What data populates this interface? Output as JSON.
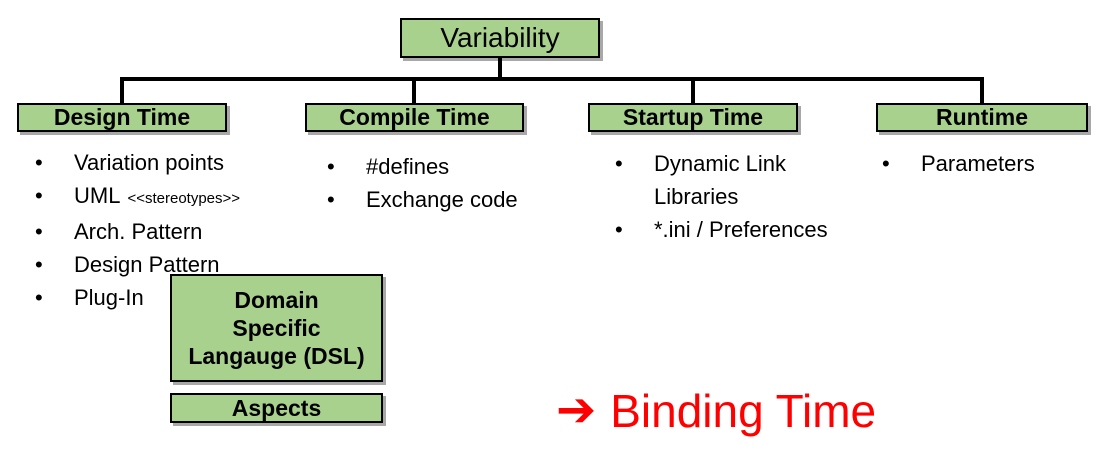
{
  "root": {
    "label": "Variability"
  },
  "columns": [
    {
      "header": "Design Time",
      "items": [
        {
          "text": "Variation points"
        },
        {
          "text": "UML",
          "suffix": "<<stereotypes>>"
        },
        {
          "text": "Arch. Pattern"
        },
        {
          "text": "Design Pattern"
        },
        {
          "text": "Plug-In"
        }
      ]
    },
    {
      "header": "Compile Time",
      "items": [
        {
          "text": "#defines"
        },
        {
          "text": "Exchange code"
        }
      ]
    },
    {
      "header": "Startup Time",
      "items": [
        {
          "text": "Dynamic Link Libraries"
        },
        {
          "text": "*.ini / Preferences"
        }
      ]
    },
    {
      "header": "Runtime",
      "items": [
        {
          "text": "Parameters"
        }
      ]
    }
  ],
  "side_boxes": {
    "dsl_lines": [
      "Domain",
      "Specific",
      "Langauge (DSL)"
    ],
    "aspects_label": "Aspects"
  },
  "footer": {
    "arrow_icon": "➔",
    "label": "Binding Time"
  },
  "colors": {
    "box_fill": "#a9d18e",
    "box_border": "#000000",
    "connector": "#000000",
    "shadow": "#a8a8a8",
    "accent_red": "#ff0000"
  }
}
